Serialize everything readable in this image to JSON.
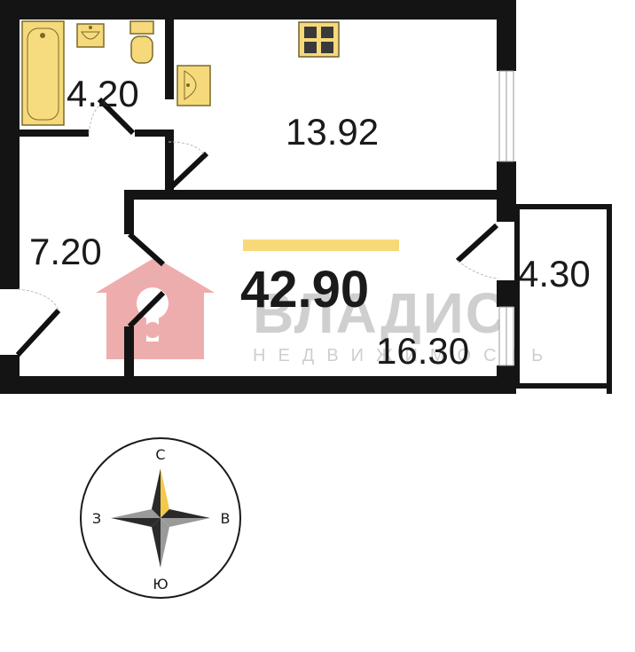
{
  "plan": {
    "total_area": "42.90",
    "rooms": {
      "bathroom": "4.20",
      "kitchen": "13.92",
      "hall": "7.20",
      "living": "16.30",
      "balcony": "4.30"
    },
    "colors": {
      "wall": "#111111",
      "fixture_fill": "#f5d97a",
      "fixture_stroke": "#7a6a2a",
      "accent_bar": "#f7d97a",
      "watermark_red": "#e8a0a0",
      "watermark_text": "#d5d5d5"
    }
  },
  "watermark": {
    "brand": "ВЛАДИС",
    "tagline": "НЕДВИЖИМОСТЬ",
    "icon": "house-key-icon"
  },
  "compass": {
    "north": "С",
    "south": "Ю",
    "east": "В",
    "west": "З",
    "accent_color": "#f2c94c"
  }
}
